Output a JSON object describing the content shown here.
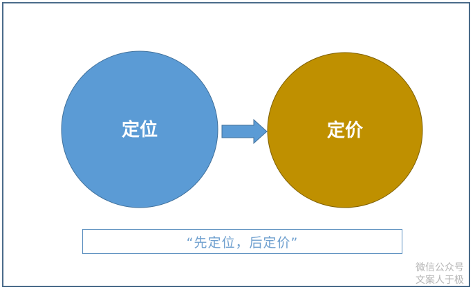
{
  "diagram": {
    "left_circle": {
      "label": "定位",
      "color": "#5b9bd5"
    },
    "right_circle": {
      "label": "定价",
      "color": "#bf9000"
    },
    "arrow_color": "#5b9bd5"
  },
  "caption": {
    "text": "“先定位，后定价”"
  },
  "watermark": {
    "line1": "微信公众号",
    "line2": "文案人于极"
  }
}
